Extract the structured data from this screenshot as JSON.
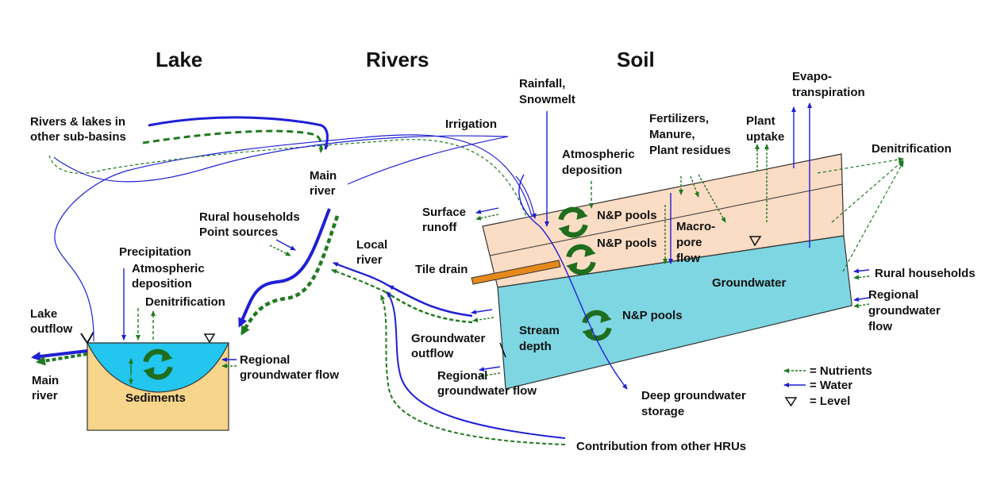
{
  "headings": {
    "lake": "Lake",
    "rivers": "Rivers",
    "soil": "Soil"
  },
  "lake": {
    "rivers_lakes_other": [
      "Rivers & lakes in",
      "other sub-basins"
    ],
    "precipitation": "Precipitation",
    "atmospheric_deposition": [
      "Atmospheric",
      "deposition"
    ],
    "denitrification": "Denitrification",
    "lake_outflow": [
      "Lake",
      "outflow"
    ],
    "main_river": [
      "Main",
      "river"
    ],
    "sediments": "Sediments",
    "regional_groundwater_flow": [
      "Regional",
      "groundwater flow"
    ]
  },
  "rivers": {
    "main_river": [
      "Main",
      "river"
    ],
    "rural_households": "Rural households",
    "point_sources": "Point sources",
    "local_river": [
      "Local",
      "river"
    ],
    "irrigation": "Irrigation",
    "surface_runoff": [
      "Surface",
      "runoff"
    ],
    "tile_drain": "Tile drain",
    "groundwater_outflow": [
      "Groundwater",
      "outflow"
    ],
    "regional_groundwater_flow": [
      "Regional",
      "groundwater flow"
    ],
    "contribution": "Contribution from other HRUs"
  },
  "soil": {
    "rainfall": [
      "Rainfall,",
      "Snowmelt"
    ],
    "atmospheric_deposition": [
      "Atmospheric",
      "deposition"
    ],
    "fertilizers": [
      "Fertilizers,",
      "Manure,",
      "Plant residues"
    ],
    "plant_uptake": [
      "Plant",
      "uptake"
    ],
    "evapotranspiration": [
      "Evapo-",
      "transpiration"
    ],
    "denitrification": "Denitrification",
    "np_pools": "N&P pools",
    "macropore_flow": [
      "Macro-",
      "pore",
      "flow"
    ],
    "groundwater": "Groundwater",
    "stream_depth": [
      "Stream",
      "depth"
    ],
    "deep_groundwater": [
      "Deep groundwater",
      "storage"
    ],
    "rural_households": "Rural households",
    "regional_groundwater_flow": [
      "Regional",
      "groundwater",
      "flow"
    ]
  },
  "legend": {
    "nutrients": "= Nutrients",
    "water": "= Water",
    "level": "= Level"
  },
  "colors": {
    "water": "#1f1fd6",
    "nutrients": "#1f7a1f",
    "lake_fill": "#22c6ee",
    "sediment": "#f7d58a",
    "soil_top": "#fbdcc4",
    "groundwater": "#7dd6e2",
    "tile_drain": "#e58a1a",
    "cycle": "#1e6e1e"
  }
}
